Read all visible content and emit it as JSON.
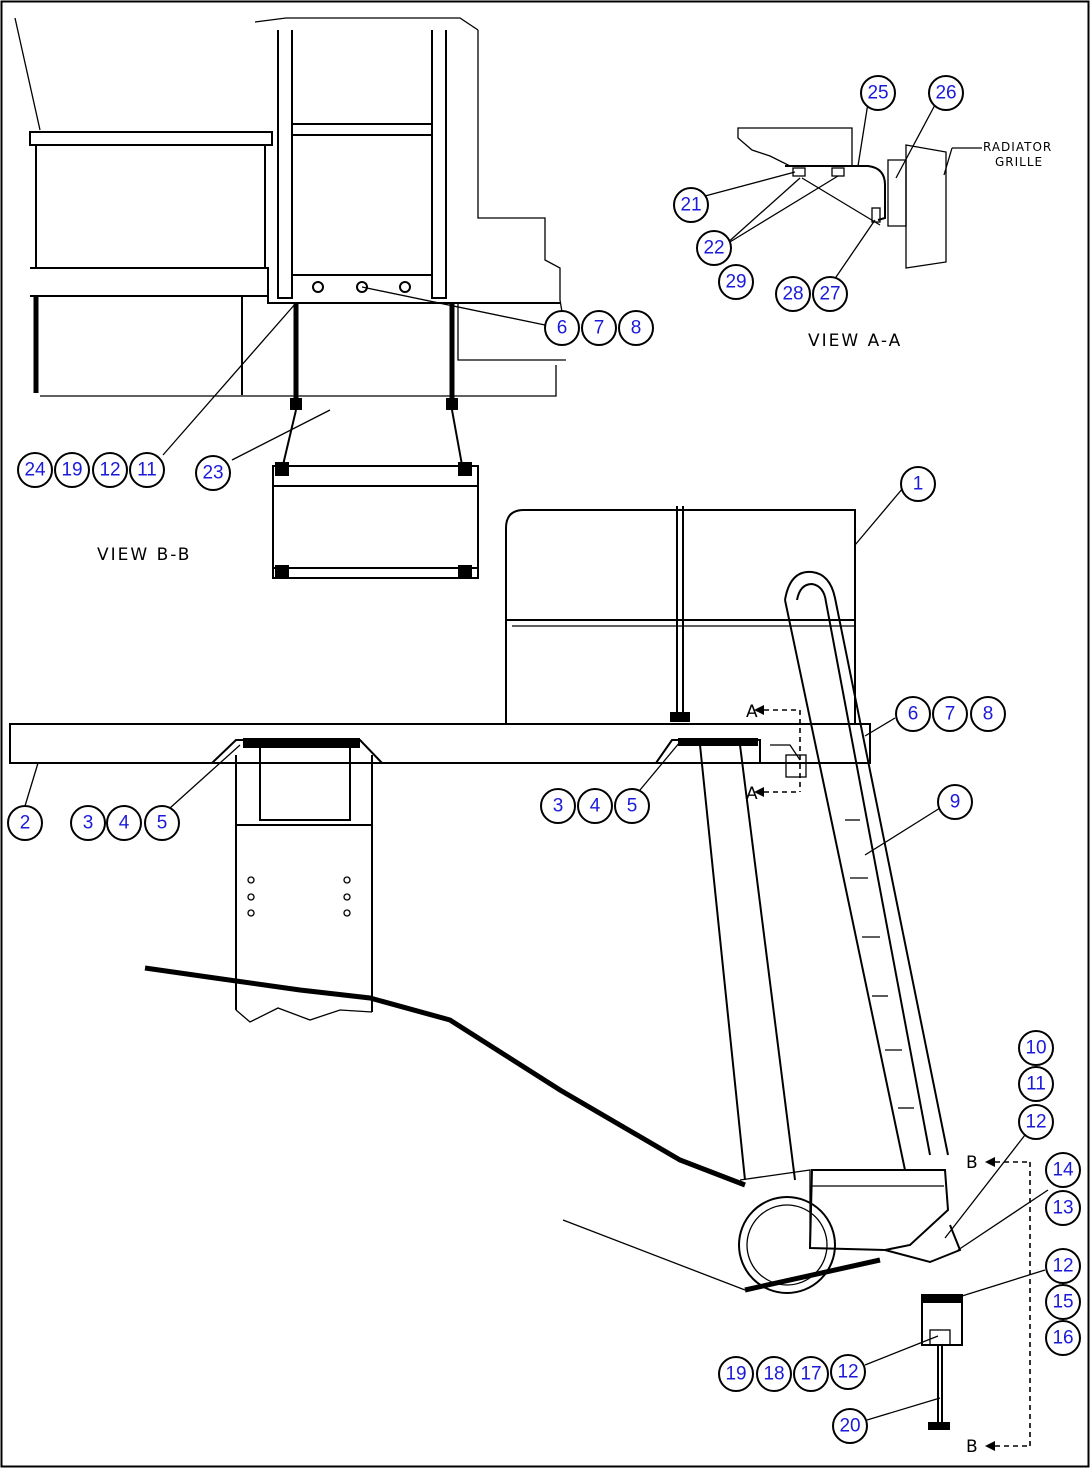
{
  "views": {
    "view_bb": "VIEW B-B",
    "view_aa": "VIEW A-A"
  },
  "labels": {
    "radiator_line1": "RADIATOR",
    "radiator_line2": "GRILLE",
    "section_a": "A",
    "section_b": "B"
  },
  "callouts": {
    "c1": "1",
    "c2": "2",
    "c3a": "3",
    "c4a": "4",
    "c5a": "5",
    "c3b": "3",
    "c4b": "4",
    "c5b": "5",
    "c6a": "6",
    "c7a": "7",
    "c8a": "8",
    "c6b": "6",
    "c7b": "7",
    "c8b": "8",
    "c9": "9",
    "c10": "10",
    "c11": "11",
    "c12a": "12",
    "c14": "14",
    "c13": "13",
    "c12b": "12",
    "c15": "15",
    "c16": "16",
    "c19b": "19",
    "c18": "18",
    "c17": "17",
    "c12c": "12",
    "c20": "20",
    "c24": "24",
    "c19a": "19",
    "c12d": "12",
    "c11b": "11",
    "c23": "23",
    "c25": "25",
    "c26": "26",
    "c21": "21",
    "c22": "22",
    "c29": "29",
    "c28": "28",
    "c27": "27"
  }
}
